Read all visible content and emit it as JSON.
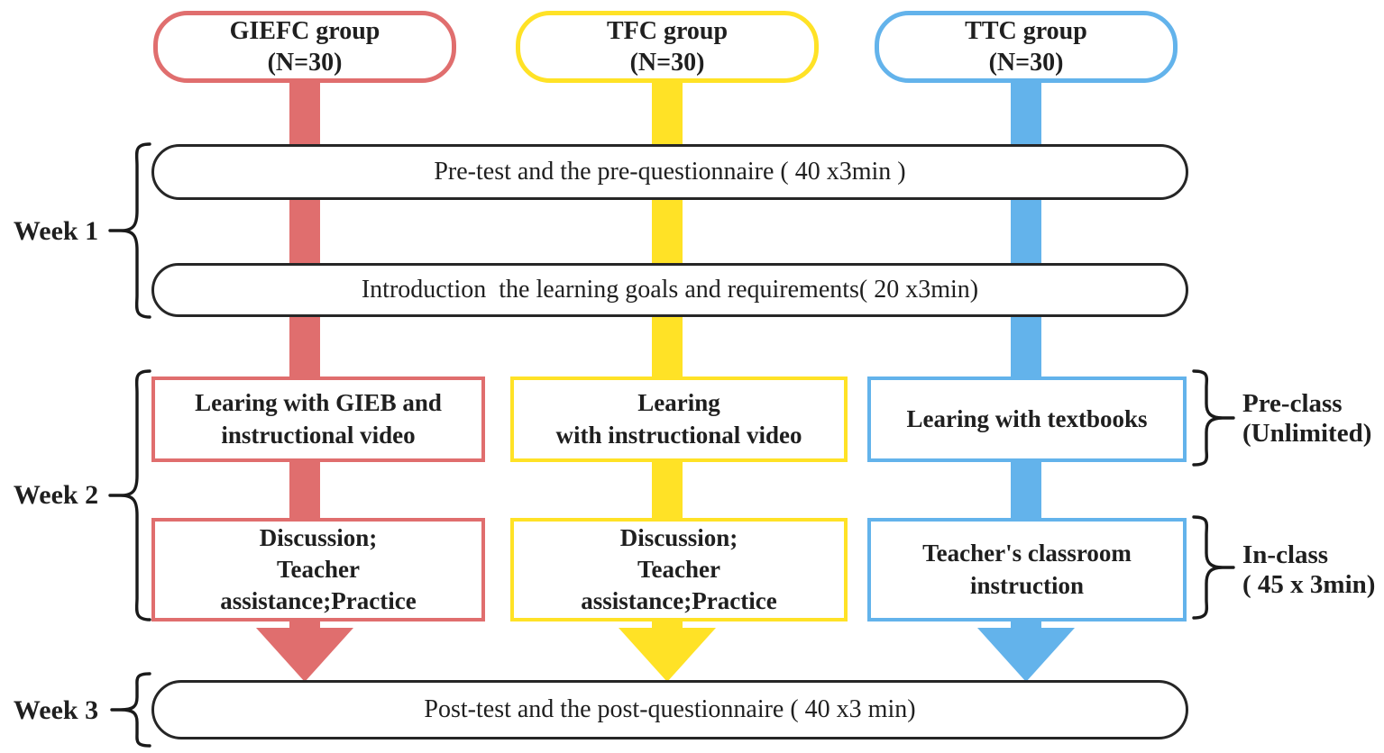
{
  "columns": [
    {
      "group_label": "GIEFC group\n(N=30)",
      "color": "#E06E6E",
      "preclass_activity": "Learing with GIEB and\ninstructional video",
      "inclass_activity": "Discussion;\nTeacher\nassistance;Practice"
    },
    {
      "group_label": "TFC group\n(N=30)",
      "color": "#FFE226",
      "preclass_activity": "Learing\nwith instructional video",
      "inclass_activity": "Discussion;\nTeacher\nassistance;Practice"
    },
    {
      "group_label": "TTC group\n(N=30)",
      "color": "#63B3EB",
      "preclass_activity": "Learing with textbooks",
      "inclass_activity": "Teacher's classroom\ninstruction"
    }
  ],
  "weeks": {
    "week1": {
      "label": "Week 1",
      "steps": [
        "Pre-test and the pre-questionnaire ( 40 x3min )",
        "Introduction  the learning goals and requirements( 20 x3min)"
      ]
    },
    "week2": {
      "label": "Week 2"
    },
    "week3": {
      "label": "Week 3",
      "step": "Post-test and the post-questionnaire ( 40 x3 min)"
    }
  },
  "side_labels": {
    "preclass": "Pre-class\n(Unlimited)",
    "inclass": "In-class\n( 45 x 3min)"
  }
}
